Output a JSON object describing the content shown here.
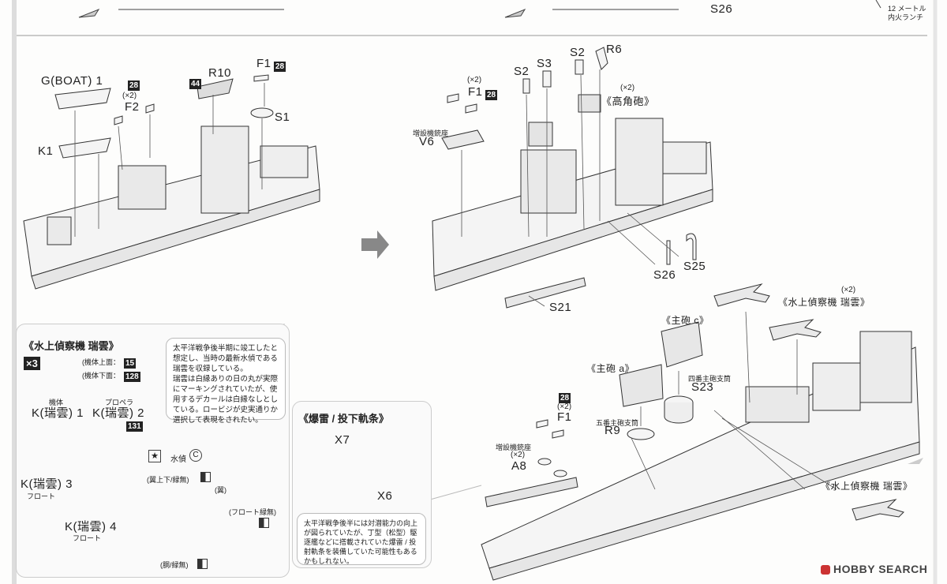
{
  "top": {
    "s26": "S26",
    "note_line1": "12 メートル",
    "note_line2": "内火ランチ"
  },
  "step1": {
    "g_boat": "G(BOAT) 1",
    "badge28a": "28",
    "x2a": "(×2)",
    "f2": "F2",
    "badge44": "44",
    "r10": "R10",
    "f1": "F1",
    "badge28b": "28",
    "s1": "S1",
    "k1": "K1"
  },
  "step2": {
    "x2b": "(×2)",
    "f1": "F1",
    "badge28": "28",
    "s2a": "S2",
    "s3": "S3",
    "s2b": "S2",
    "r6": "R6",
    "x2c": "(×2)",
    "koukakuhou": "《高角砲》",
    "zosetsu": "増設機銃座",
    "v6": "V6",
    "s25": "S25",
    "s26": "S26",
    "s21": "S21"
  },
  "zuiun_panel": {
    "title": "《水上偵察機 瑞雲》",
    "x3": "×3",
    "upper_label": "(機体上面：",
    "upper_badge": "15",
    "lower_label": "(機体下面：",
    "lower_badge": "128",
    "note": [
      "太平洋戦争後半期に竣工したと",
      "想定し、当時の最新水偵である",
      "瑞雲を収録している。",
      "瑞雲は白縁ありの日の丸が実際",
      "にマーキングされていたが、使",
      "用するデカールは白縁なしとし",
      "ている。ロービジが史実通りか",
      "選択して表現をされたい。"
    ],
    "kitai": "機体",
    "k1": "K(瑞雲) 1",
    "propeller": "プロペラ",
    "k2": "K(瑞雲) 2",
    "badge131": "131",
    "suitei": "水偵",
    "c": "C",
    "k3": "K(瑞雲) 3",
    "float1": "フロート",
    "k4": "K(瑞雲) 4",
    "float2": "フロート",
    "wing_updown": "(翼上下/緑無)",
    "wing": "(翼)",
    "float_green": "(フロート緑無)",
    "body_green": "(胴/緑無)"
  },
  "bakurai_panel": {
    "title": "《爆雷 / 投下軌条》",
    "x7": "X7",
    "x6": "X6",
    "note": [
      "太平洋戦争後半には対潜能力の向上",
      "が図られていたが、丁型（松型）駆",
      "逐艦などに搭載されていた爆雷 / 投",
      "射軌条を装備していた可能性もある",
      "かもしれない。"
    ]
  },
  "step3": {
    "x2": "(×2)",
    "zuiun": "《水上偵察機 瑞雲》",
    "shuhou_c": "《主砲 c》",
    "shuhou_a": "《主砲 a》",
    "yonban": "四番主砲支筒",
    "s23": "S23",
    "badge28": "28",
    "x2b": "(×2)",
    "f1": "F1",
    "goban": "五番主砲支筒",
    "r9": "R9",
    "zosetsu": "増設機銃座",
    "x2c": "(×2)",
    "a8": "A8",
    "zuiun2": "《水上偵察機 瑞雲》"
  },
  "watermark": "HOBBY SEARCH"
}
